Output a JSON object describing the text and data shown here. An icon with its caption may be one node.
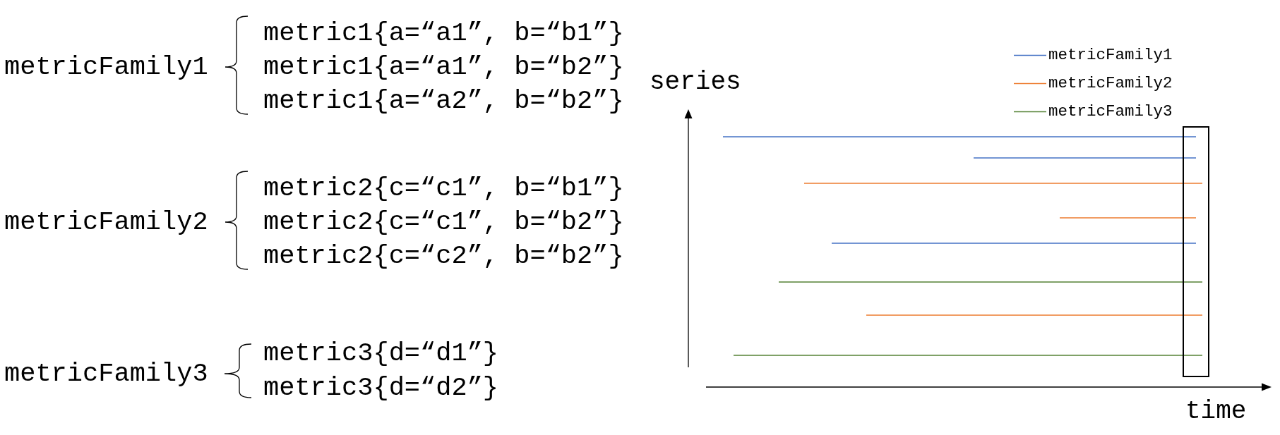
{
  "diagram": {
    "labels": [
      "metricFamily1",
      "metric1{a=“a1”, b=“b1”}",
      "metric1{a=“a1”, b=“b2”}",
      "metric1{a=“a2”, b=“b2”}",
      "metricFamily2",
      "metric2{c=“c1”, b=“b1”}",
      "metric2{c=“c1”, b=“b2”}",
      "metric2{c=“c2”, b=“b2”}",
      "metricFamily3",
      "metric3{d=“d1”}",
      "metric3{d=“d2”}",
      "series",
      "time"
    ],
    "legend": [
      {
        "text": "metricFamily1"
      },
      {
        "text": "metricFamily2"
      },
      {
        "text": "metricFamily3"
      }
    ]
  }
}
